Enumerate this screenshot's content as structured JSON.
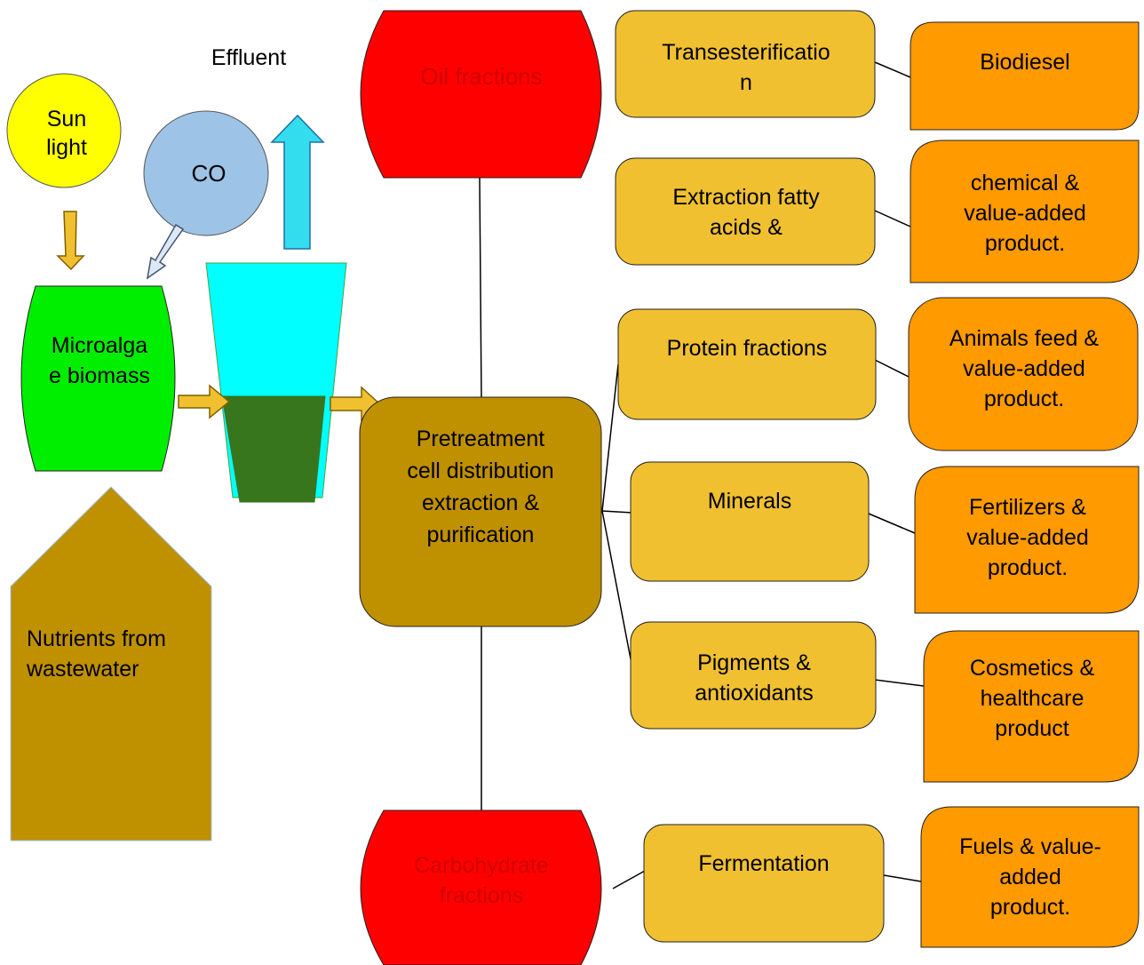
{
  "colors": {
    "sun": "#ffff00",
    "co": "#9dc3e6",
    "biomass": "#00ee00",
    "nutrients": "#bf9000",
    "reactor_water": "#00ffff",
    "reactor_algae": "#38761d",
    "effluent_arrow": "#33ddee",
    "flow_arrow": "#f0c030",
    "fraction_red": "#ff0000",
    "fraction_text": "#c00000",
    "process_box": "#f0c030",
    "product_box": "#ff9a00",
    "pretreatment_box": "#bf9000",
    "connector": "#000000"
  },
  "inputs": {
    "sun": "Sun\nlight",
    "co": "CO",
    "effluent": "Effluent",
    "biomass": "Microalga\ne biomass",
    "nutrients": "Nutrients from\nwastewater"
  },
  "center": {
    "pretreatment": "Pretreatment\ncell distribution\nextraction &\npurification",
    "oil_fractions": "Oil fractions",
    "carbohydrate_fractions": "Carbohydrate\nfractions"
  },
  "processes": [
    "Transesterificatio\nn",
    "Extraction fatty\nacids &",
    "Protein fractions",
    "Minerals",
    "Pigments &\nantioxidants",
    "Fermentation"
  ],
  "products": [
    "Biodiesel",
    "chemical &\nvalue-added\nproduct.",
    "Animals feed &\nvalue-added\nproduct.",
    "Fertilizers &\nvalue-added\nproduct.",
    "Cosmetics &\nhealthcare\nproduct",
    "Fuels & value-\nadded\nproduct."
  ]
}
